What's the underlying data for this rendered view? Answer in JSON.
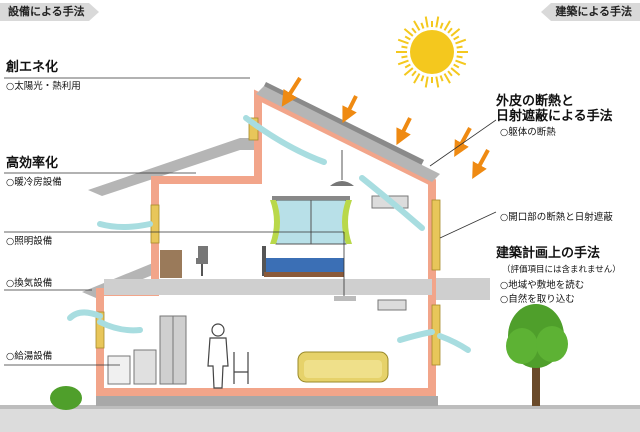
{
  "header": {
    "left_tag": "設備による手法",
    "right_tag": "建築による手法"
  },
  "left_labels": {
    "sou_title": "創エネ化",
    "sou_item": "○太陽光・熱利用",
    "kou_title": "高効率化",
    "kou_item1": "○暖冷房設備",
    "kou_item2": "○照明設備",
    "kou_item3": "○換気設備",
    "kou_item4": "○給湯設備"
  },
  "right_labels": {
    "shell_title_line1": "外皮の断熱と",
    "shell_title_line2": "日射遮蔽による手法",
    "shell_item1": "○躯体の断熱",
    "shell_item2": "○開口部の断熱と日射遮蔽",
    "plan_title": "建築計画上の手法",
    "plan_note": "（評価項目には含まれません）",
    "plan_item1": "○地域や敷地を読む",
    "plan_item2": "○自然を取り込む"
  },
  "colors": {
    "insulation": "#f2a58a",
    "wood_panel": "#e8c65a",
    "roof_gray": "#b5b5b5",
    "sun": "#f4c81e",
    "sun_ray_arrow": "#ef8a12",
    "air_flow": "#a8dde0",
    "tree": "#4f9f2b",
    "ground": "#bdbdbd",
    "tag_bg": "#d9d9d9"
  }
}
